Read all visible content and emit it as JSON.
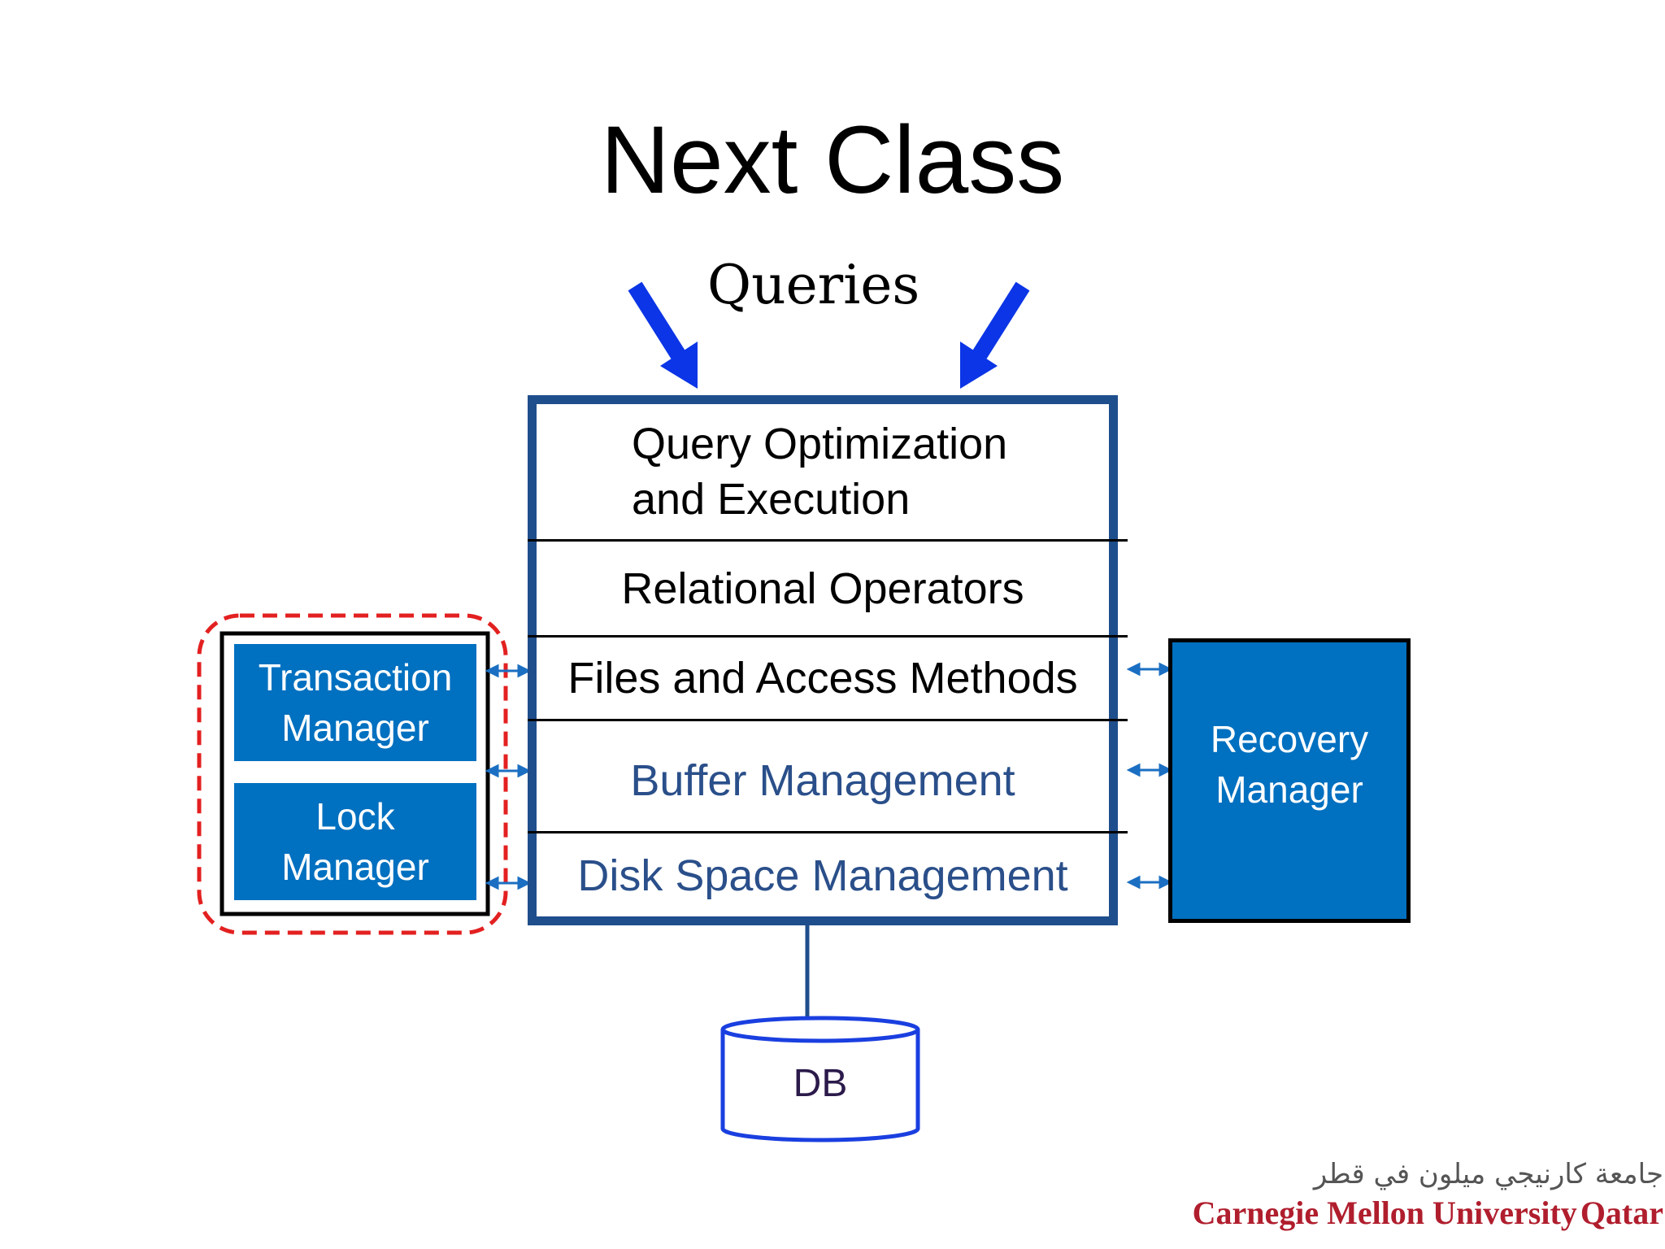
{
  "slide": {
    "title": "Next Class"
  },
  "diagram": {
    "queries_label": "Queries",
    "layers": [
      {
        "line1": "Query Optimization",
        "line2": "and Execution"
      },
      {
        "label": "Relational Operators"
      },
      {
        "label": "Files and Access Methods"
      },
      {
        "label": "Buffer Management"
      },
      {
        "label": "Disk Space Management"
      }
    ],
    "left_group": {
      "transaction": {
        "line1": "Transaction",
        "line2": "Manager"
      },
      "lock": {
        "line1": "Lock",
        "line2": "Manager"
      }
    },
    "recovery": {
      "line1": "Recovery",
      "line2": "Manager"
    },
    "db_label": "DB"
  },
  "logo": {
    "arabic": "جامعة كارنيجي ميلون في قطر",
    "english_bold": "Carnegie Mellon University",
    "english_regular": "Qatar"
  },
  "colors": {
    "stack_border": "#1f4e8c",
    "box_fill": "#0070c0",
    "arrow_blue": "#0b35e6",
    "dashed_red": "#e32020",
    "db_outline": "#1a3fe0"
  }
}
